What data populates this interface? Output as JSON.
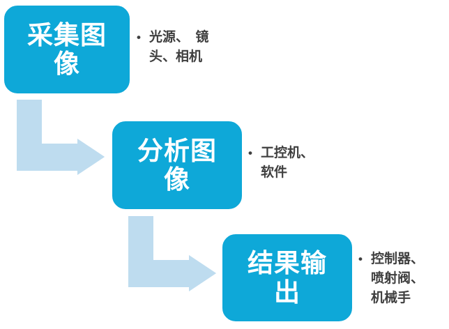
{
  "colors": {
    "box_fill": "#0EA8D8",
    "box_border": "#FFFFFF",
    "box_text": "#FFFFFF",
    "arrow_fill": "#BEDCEF",
    "arrow_border": "#FFFFFF",
    "note_text": "#3F3F3F",
    "background": "#FFFFFF"
  },
  "steps": [
    {
      "label": "采集图\n像",
      "bullet_char": "•",
      "note": "光源、　镜\n头、相机"
    },
    {
      "label": "分析图\n像",
      "bullet_char": "•",
      "note": "工控机、\n软件"
    },
    {
      "label": "结果输\n出",
      "bullet_char": "•",
      "note": "控制器、\n喷射阀、\n机械手"
    }
  ]
}
